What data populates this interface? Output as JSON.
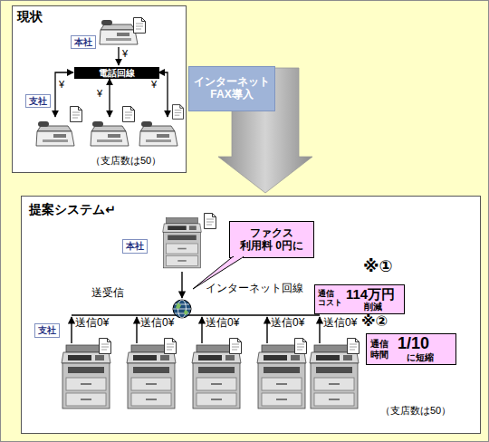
{
  "diagram": {
    "nodes": [
      {
        "text": [
          "現状",
          "（支店数は50）"
        ]
      },
      {
        "text": [
          "本社"
        ],
        "in": 0
      },
      {
        "text": [
          "電話回線"
        ],
        "in": 0
      },
      {
        "text": [
          "支社"
        ],
        "in": 0
      },
      {
        "text": [
          "インターネット FAX導入"
        ]
      },
      {
        "text": [
          "提案システム↵",
          "（支店数は50）"
        ]
      },
      {
        "text": [
          "本社"
        ],
        "in": 5
      },
      {
        "text": [
          "ファクス 利用料 0円に"
        ],
        "in": 5
      },
      {
        "text": [
          "通信 コスト",
          "114万円",
          "削減"
        ],
        "in": 5
      },
      {
        "text": [
          "支社"
        ],
        "in": 5
      },
      {
        "text": [
          "通信 時間",
          "1/10",
          "に短縮"
        ],
        "in": 5
      }
    ],
    "edges": [
      {
        "from": 4,
        "to": 5,
        "arrow": "to"
      }
    ],
    "labels": [
      "¥",
      "¥",
      "¥",
      "¥",
      "※①",
      "インターネット回線",
      "送受信",
      "送信0¥",
      "送信0¥",
      "送信0¥",
      "送信0¥",
      "送信0¥",
      "※②"
    ]
  }
}
